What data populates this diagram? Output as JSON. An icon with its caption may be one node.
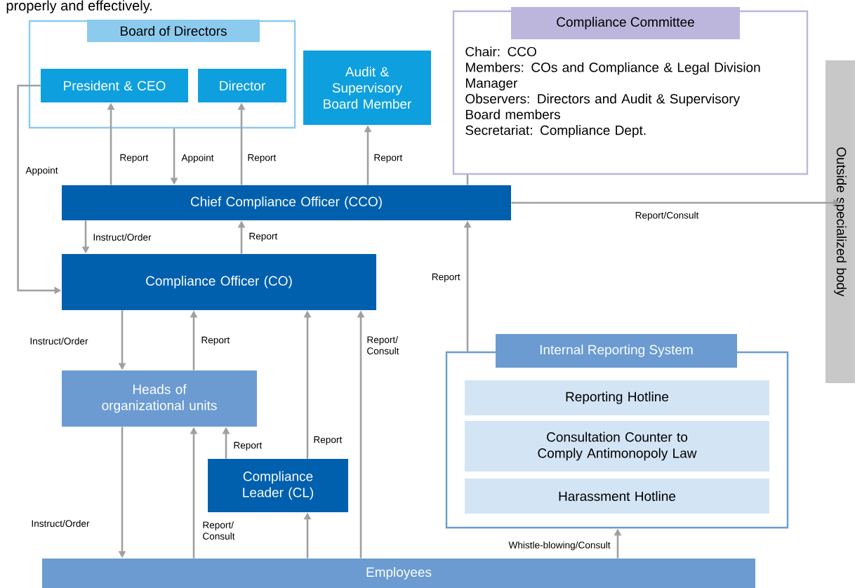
{
  "diagram": {
    "nodes": [
      {
        "text": [
          "Board of Directors"
        ]
      },
      {
        "text": [
          "President & CEO"
        ],
        "in": 0
      },
      {
        "text": [
          "Director"
        ],
        "in": 0
      },
      {
        "text": [
          "Audit & Supervisory Board Member"
        ]
      },
      {
        "text": [
          "Compliance Committee",
          "Chair: CCO",
          "Members: COs and Compliance & Legal Division Manager",
          "Observers: Directors and Audit & Supervisory Board members",
          "Secretariat: Compliance Dept."
        ]
      },
      {
        "text": [
          "Chief Compliance Officer (CCO)"
        ]
      },
      {
        "text": [
          "Compliance Officer (CO)"
        ]
      },
      {
        "text": [
          "Heads of organizational units"
        ]
      },
      {
        "text": [
          "Compliance Leader (CL)"
        ]
      },
      {
        "text": [
          "Internal Reporting System"
        ]
      },
      {
        "text": [
          "Reporting Hotline"
        ],
        "in": 9
      },
      {
        "text": [
          "Consultation Counter to Comply Antimonopoly Law"
        ],
        "in": 9
      },
      {
        "text": [
          "Harassment Hotline"
        ],
        "in": 9
      },
      {
        "text": [
          "Employees"
        ]
      },
      {
        "text": [
          "Outside specialized body"
        ]
      }
    ],
    "edges": [
      {
        "from": 5,
        "to": 1,
        "arrow": "to",
        "label": "Report"
      },
      {
        "from": 0,
        "to": 5,
        "arrow": "to",
        "label": "Appoint"
      },
      {
        "from": 5,
        "to": 2,
        "arrow": "to",
        "label": "Report"
      },
      {
        "from": 5,
        "to": 3,
        "arrow": "to",
        "label": "Report"
      },
      {
        "from": 1,
        "to": 6,
        "arrow": "to",
        "label": "Appoint"
      },
      {
        "from": 5,
        "to": 6,
        "arrow": "to",
        "label": "Instruct/Order"
      },
      {
        "from": 6,
        "to": 5,
        "arrow": "to",
        "label": "Report"
      },
      {
        "from": 4,
        "to": 5,
        "arrow": "none"
      },
      {
        "from": 5,
        "to": 14,
        "arrow": "to",
        "label": "Report/Consult"
      },
      {
        "from": 9,
        "to": 5,
        "arrow": "to",
        "label": "Report"
      },
      {
        "from": 6,
        "to": 7,
        "arrow": "to",
        "label": "Instruct/Order"
      },
      {
        "from": 7,
        "to": 6,
        "arrow": "to",
        "label": "Report"
      },
      {
        "from": 8,
        "to": 6,
        "arrow": "to",
        "label": "Report"
      },
      {
        "from": 13,
        "to": 6,
        "arrow": "to",
        "label": "Report/ Consult"
      },
      {
        "from": 7,
        "to": 13,
        "arrow": "to",
        "label": "Instruct/Order"
      },
      {
        "from": 13,
        "to": 7,
        "arrow": "to",
        "label": "Report/ Consult"
      },
      {
        "from": 8,
        "to": 7,
        "arrow": "to",
        "label": "Report"
      },
      {
        "from": 13,
        "to": 8,
        "arrow": "to"
      },
      {
        "from": 13,
        "to": 9,
        "arrow": "to",
        "label": "Whistle-blowing/Consult"
      }
    ],
    "labels": [
      "properly and effectively."
    ]
  }
}
